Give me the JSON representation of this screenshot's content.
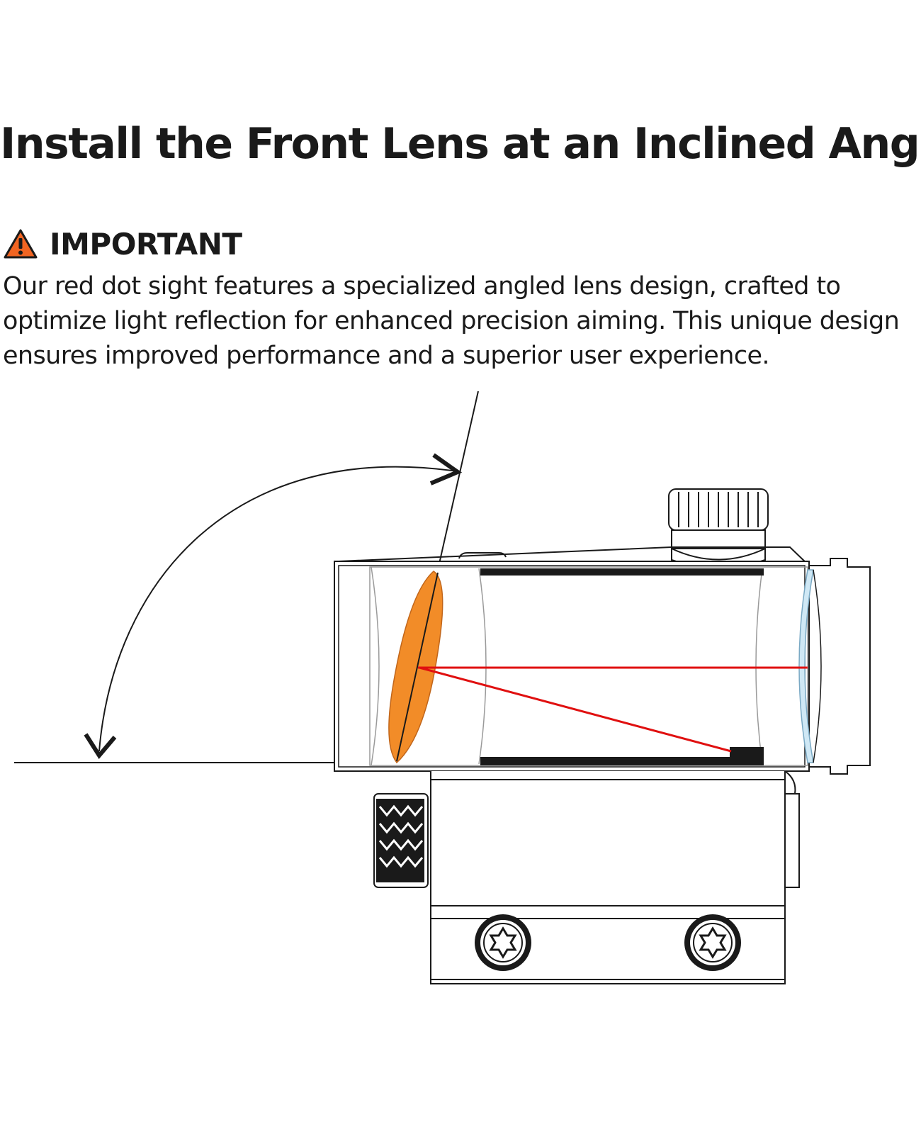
{
  "header": {
    "title": "Install the Front Lens at an Inclined Angle"
  },
  "notice": {
    "icon": "warning-triangle-icon",
    "label": "IMPORTANT",
    "body": "Our red dot sight features a specialized angled lens design, crafted to optimize light reflection for enhanced precision aiming. This unique design ensures improved performance and a superior user experience."
  },
  "diagram": {
    "subject": "red dot sight cross-section",
    "colors": {
      "front_lens": "#f28c28",
      "laser_line": "#e01010",
      "rear_lens": "#cfe8f5",
      "warning_fill": "#f26522",
      "outline": "#1a1a1a"
    }
  }
}
